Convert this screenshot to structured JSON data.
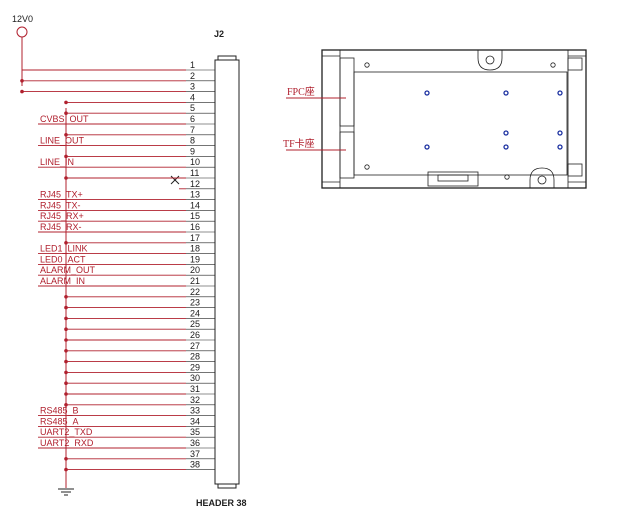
{
  "power_label": "12V0",
  "connector": {
    "ref": "J2",
    "name": "HEADER 38",
    "pins": [
      "1",
      "2",
      "3",
      "4",
      "5",
      "6",
      "7",
      "8",
      "9",
      "10",
      "11",
      "12",
      "13",
      "14",
      "15",
      "16",
      "17",
      "18",
      "19",
      "20",
      "21",
      "22",
      "23",
      "24",
      "25",
      "26",
      "27",
      "28",
      "29",
      "30",
      "31",
      "32",
      "33",
      "34",
      "35",
      "36",
      "37",
      "38"
    ]
  },
  "nets": [
    {
      "pin": 1,
      "label": "",
      "type": "power"
    },
    {
      "pin": 2,
      "label": "",
      "type": "power"
    },
    {
      "pin": 3,
      "label": "",
      "type": "power"
    },
    {
      "pin": 4,
      "label": "",
      "type": "gnd"
    },
    {
      "pin": 5,
      "label": "",
      "type": "gnd"
    },
    {
      "pin": 6,
      "label": "CVBS_OUT",
      "type": "signal"
    },
    {
      "pin": 7,
      "label": "",
      "type": "gnd"
    },
    {
      "pin": 8,
      "label": "LINE_OUT",
      "type": "signal"
    },
    {
      "pin": 9,
      "label": "",
      "type": "gnd"
    },
    {
      "pin": 10,
      "label": "LINE_IN",
      "type": "signal"
    },
    {
      "pin": 11,
      "label": "",
      "type": "gnd"
    },
    {
      "pin": 12,
      "label": "",
      "type": "nc"
    },
    {
      "pin": 13,
      "label": "RJ45_TX+",
      "type": "signal"
    },
    {
      "pin": 14,
      "label": "RJ45_TX-",
      "type": "signal"
    },
    {
      "pin": 15,
      "label": "RJ45_RX+",
      "type": "signal"
    },
    {
      "pin": 16,
      "label": "RJ45_RX-",
      "type": "signal"
    },
    {
      "pin": 17,
      "label": "",
      "type": "gnd"
    },
    {
      "pin": 18,
      "label": "LED1_LINK",
      "type": "signal"
    },
    {
      "pin": 19,
      "label": "LED0_ACT",
      "type": "signal"
    },
    {
      "pin": 20,
      "label": "ALARM_OUT",
      "type": "signal"
    },
    {
      "pin": 21,
      "label": "ALARM_IN",
      "type": "signal"
    },
    {
      "pin": 22,
      "label": "",
      "type": "gnd"
    },
    {
      "pin": 23,
      "label": "",
      "type": "gnd"
    },
    {
      "pin": 24,
      "label": "",
      "type": "gnd"
    },
    {
      "pin": 25,
      "label": "",
      "type": "gnd"
    },
    {
      "pin": 26,
      "label": "",
      "type": "gnd"
    },
    {
      "pin": 27,
      "label": "",
      "type": "gnd"
    },
    {
      "pin": 28,
      "label": "",
      "type": "gnd"
    },
    {
      "pin": 29,
      "label": "",
      "type": "gnd"
    },
    {
      "pin": 30,
      "label": "",
      "type": "gnd"
    },
    {
      "pin": 31,
      "label": "",
      "type": "gnd"
    },
    {
      "pin": 32,
      "label": "",
      "type": "gnd"
    },
    {
      "pin": 33,
      "label": "RS485_B",
      "type": "signal"
    },
    {
      "pin": 34,
      "label": "RS485_A",
      "type": "signal"
    },
    {
      "pin": 35,
      "label": "UART2_TXD",
      "type": "signal"
    },
    {
      "pin": 36,
      "label": "UART2_RXD",
      "type": "signal"
    },
    {
      "pin": 37,
      "label": "",
      "type": "gnd"
    },
    {
      "pin": 38,
      "label": "",
      "type": "gnd"
    }
  ],
  "mech": {
    "fpc_label": "FPC座",
    "tf_label": "TF卡座"
  },
  "colors": {
    "wire": "#b0202e",
    "body": "#202020",
    "hole": "#1a2fa0"
  }
}
